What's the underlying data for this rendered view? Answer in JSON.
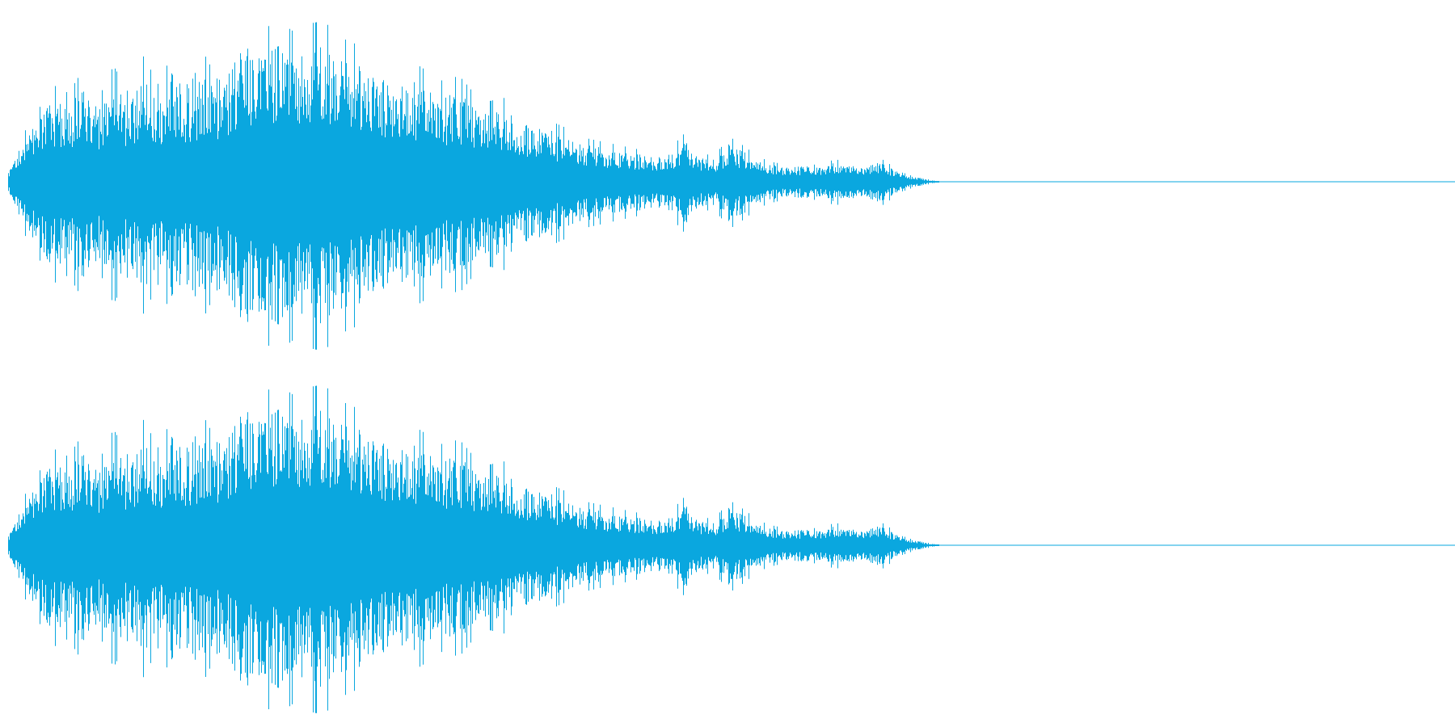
{
  "waveform": {
    "channels": [
      "channel-1",
      "channel-2"
    ],
    "color": "#0aa7df",
    "background": "#ffffff",
    "active_fraction": 0.64,
    "envelope": [
      0.08,
      0.3,
      0.45,
      0.6,
      0.55,
      0.7,
      0.52,
      0.72,
      0.55,
      0.78,
      0.6,
      0.82,
      0.58,
      0.8,
      0.62,
      0.9,
      1.0,
      0.95,
      1.0,
      0.93,
      0.98,
      1.0,
      0.9,
      0.86,
      0.82,
      0.78,
      0.72,
      0.74,
      0.68,
      0.62,
      0.66,
      0.55,
      0.5,
      0.52,
      0.45,
      0.4,
      0.38,
      0.34,
      0.28,
      0.26,
      0.24,
      0.22,
      0.2,
      0.18,
      0.2,
      0.3,
      0.18,
      0.16,
      0.28,
      0.22,
      0.15,
      0.12,
      0.1,
      0.12,
      0.1,
      0.14,
      0.12,
      0.1,
      0.15,
      0.09,
      0.05,
      0.02,
      0.0
    ]
  }
}
